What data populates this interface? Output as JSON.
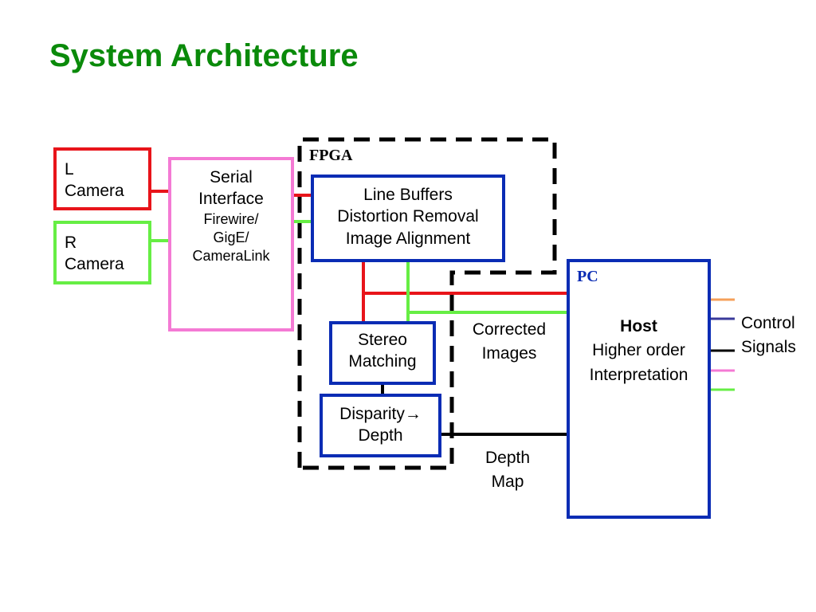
{
  "title": "System Architecture",
  "fpga_label": "FPGA",
  "pc_label": "PC",
  "left_camera": {
    "line1": "L",
    "line2": "Camera"
  },
  "right_camera": {
    "line1": "R",
    "line2": "Camera"
  },
  "serial_interface": {
    "line1": "Serial",
    "line2": "Interface",
    "line3": "Firewire/",
    "line4": "GigE/",
    "line5": "CameraLink"
  },
  "line_buffers": {
    "line1": "Line Buffers",
    "line2": "Distortion Removal",
    "line3": "Image Alignment"
  },
  "stereo_matching": {
    "line1": "Stereo",
    "line2": "Matching"
  },
  "disparity_depth": {
    "line1": "Disparity→",
    "line2": "Depth"
  },
  "host": {
    "line1": "Host",
    "line2": "Higher order",
    "line3": "Interpretation"
  },
  "corrected_images": {
    "line1": "Corrected",
    "line2": "Images"
  },
  "depth_map": {
    "line1": "Depth",
    "line2": "Map"
  },
  "control_signals": {
    "line1": "Control",
    "line2": "Signals"
  },
  "colors": {
    "title": "#0a8a0a",
    "red": "#e8141a",
    "green": "#66ee44",
    "pink": "#f47ad4",
    "blue": "#0a2cb4",
    "black": "#000000",
    "orange": "#f5a05a",
    "navy": "#3a3a9a"
  }
}
